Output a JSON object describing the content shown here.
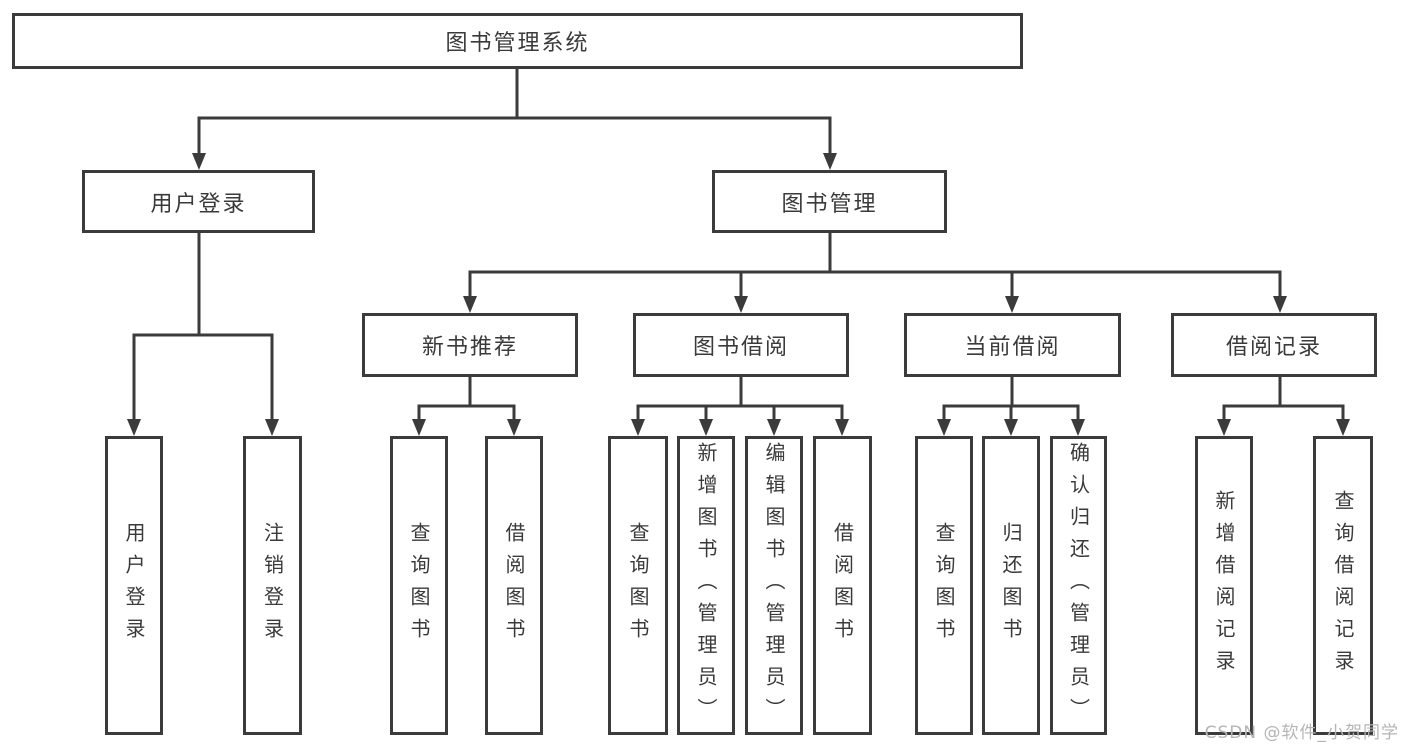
{
  "diagram": {
    "title": "图书管理系统",
    "colors": {
      "line": "#3b3b3b",
      "box_border": "#3b3b3b",
      "box_background": "#ffffff",
      "text": "#3a3a3a",
      "watermark": "#b5b5b5",
      "background": "#ffffff"
    },
    "nodes": {
      "root": {
        "label": "图书管理系统"
      },
      "user_login": {
        "label": "用户登录"
      },
      "book_mgmt": {
        "label": "图书管理"
      },
      "new_book_rec": {
        "label": "新书推荐"
      },
      "book_borrow": {
        "label": "图书借阅"
      },
      "current_borrow": {
        "label": "当前借阅"
      },
      "borrow_records": {
        "label": "借阅记录"
      },
      "leaf_user_login": {
        "label": "用户登录"
      },
      "leaf_logout": {
        "label": "注销登录"
      },
      "leaf_rec_query_book": {
        "label": "查询图书"
      },
      "leaf_rec_borrow_book": {
        "label": "借阅图书"
      },
      "leaf_bor_query_book": {
        "label": "查询图书"
      },
      "leaf_bor_add_book": {
        "label": "新增图书（管理员）"
      },
      "leaf_bor_edit_book": {
        "label": "编辑图书（管理员）"
      },
      "leaf_bor_borrow_book": {
        "label": "借阅图书"
      },
      "leaf_cur_query_book": {
        "label": "查询图书"
      },
      "leaf_cur_return_book": {
        "label": "归还图书"
      },
      "leaf_cur_confirm_return": {
        "label": "确认归还（管理员）"
      },
      "leaf_rcd_add_record": {
        "label": "新增借阅记录"
      },
      "leaf_rcd_query_record": {
        "label": "查询借阅记录"
      }
    },
    "hierarchy": {
      "root": [
        "user_login",
        "book_mgmt"
      ],
      "user_login": [
        "leaf_user_login",
        "leaf_logout"
      ],
      "book_mgmt": [
        "new_book_rec",
        "book_borrow",
        "current_borrow",
        "borrow_records"
      ],
      "new_book_rec": [
        "leaf_rec_query_book",
        "leaf_rec_borrow_book"
      ],
      "book_borrow": [
        "leaf_bor_query_book",
        "leaf_bor_add_book",
        "leaf_bor_edit_book",
        "leaf_bor_borrow_book"
      ],
      "current_borrow": [
        "leaf_cur_query_book",
        "leaf_cur_return_book",
        "leaf_cur_confirm_return"
      ],
      "borrow_records": [
        "leaf_rcd_add_record",
        "leaf_rcd_query_record"
      ]
    },
    "watermark": {
      "text": "CSDN @软件_小贺同学"
    }
  }
}
